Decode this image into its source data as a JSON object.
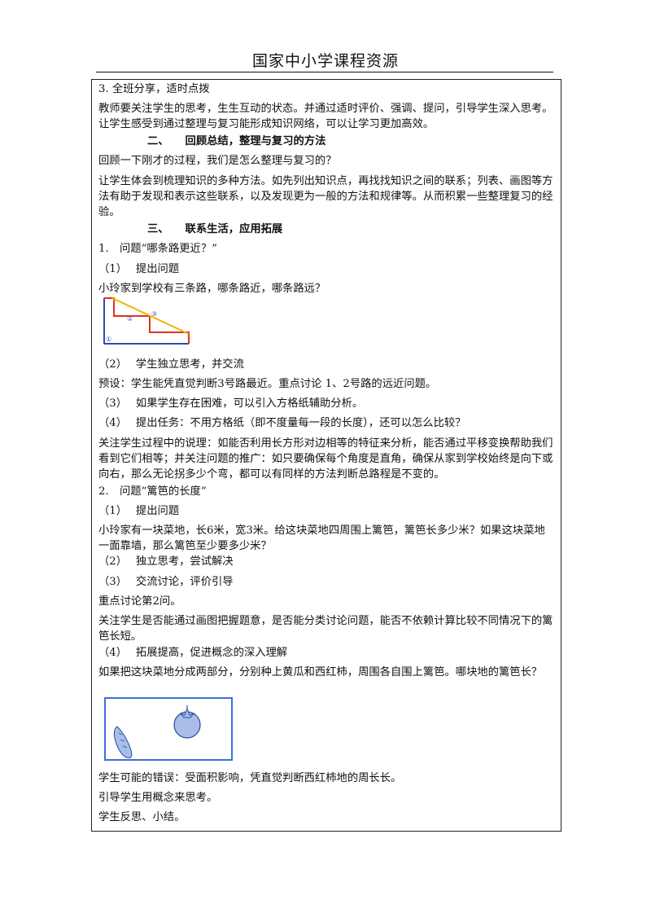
{
  "header": {
    "title": "国家中小学课程资源"
  },
  "lines": {
    "l01": "3. 全班分享，适时点拨",
    "l02": "教师要关注学生的思考，生生互动的状态。并通过适时评价、强调、提问，引导学生深入思考。让学生感受到通过整理与复习能形成知识网络，可以让学习更加高效。",
    "l03": "二、　　回顾总结，整理与复习的方法",
    "l04": "回顾一下刚才的过程，我们是怎么整理与复习的？",
    "l05": "让学生体会到梳理知识的多种方法。如先列出知识点，再找找知识之间的联系；列表、画图等方法有助于发现和表示这些联系，以及发现更为一般的方法和规律等。从而积累一些整理复习的经验。",
    "l06": "三、　　联系生活，应用拓展",
    "l07": "1.　问题“哪条路更近？”",
    "l08": "（1）　 提出问题",
    "l09": "小玲家到学校有三条路，哪条路近，哪条路远？",
    "l10": "（2）　 学生独立思考，并交流",
    "l11": "预设：学生能凭直觉判断3号路最近。重点讨论 1、2号路的远近问题。",
    "l12": "（3）　 如果学生存在困难，可以引入方格纸辅助分析。",
    "l13": "（4）　 提出任务：不用方格纸（即不度量每一段的长度），还可以怎么比较？",
    "l14": "关注学生过程中的说理：如能否利用长方形对边相等的特征来分析，能否通过平移变换帮助我们看到它们相等；并关注问题的推广：如只要确保每个角度是直角，确保从家到学校始终是向下或向右，那么无论拐多少个弯，都可以有同样的方法判断总路程是不变的。",
    "l15": "2.　问题“篱笆的长度”",
    "l16": "（1）　 提出问题",
    "l17": "小玲家有一块菜地，长6米，宽3米。给这块菜地四周围上篱笆，篱笆长多少米？如果这块菜地一面靠墙，那么篱笆至少要多少米？",
    "l18": "（2）　 独立思考，尝试解决",
    "l19": "（3）　 交流讨论，评价引导",
    "l20": "重点讨论第2问。",
    "l21": "关注学生是否能通过画图把握题意，是否能分类讨论问题，能否不依赖计算比较不同情况下的篱笆长短。",
    "l22": "（4）　 拓展提高，促进概念的深入理解",
    "l23": "如果把这块菜地分成两部分，分别种上黄瓜和西红柿，周围各自围上篱笆。哪块地的篱笆长？",
    "l24": "学生可能的错误：受面积影响，凭直觉判断西红柿地的周长长。",
    "l25": "引导学生用概念来思考。",
    "l26": "学生反思、小结。"
  },
  "figures": {
    "roads": {
      "labels": [
        "①",
        "②",
        "③"
      ],
      "colors": {
        "road1": "#2a4fa8",
        "road2": "#e0321e",
        "road3": "#f0b400"
      }
    },
    "garden": {
      "colors": {
        "border": "#3f6fd8",
        "fill": "#a9bde8",
        "outline": "#2b4b9e"
      }
    }
  }
}
